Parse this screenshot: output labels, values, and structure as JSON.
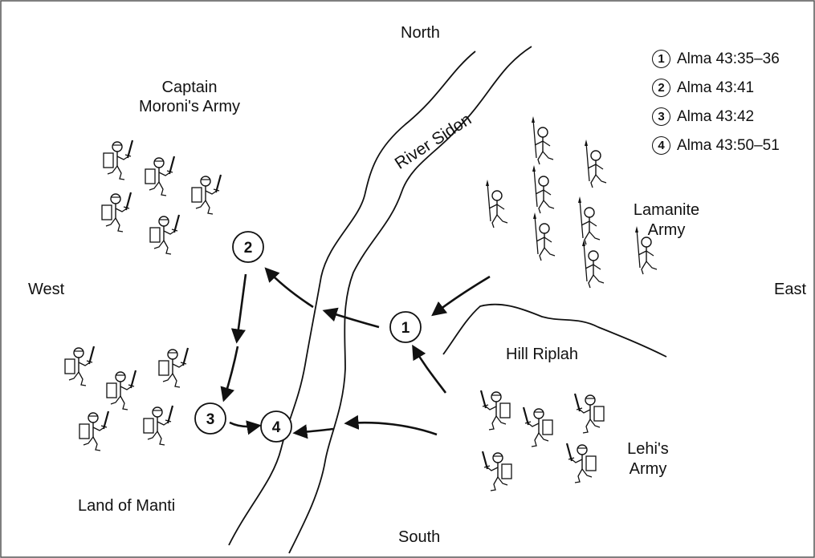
{
  "compass": {
    "north": "North",
    "south": "South",
    "east": "East",
    "west": "West"
  },
  "places": {
    "moroni_army": "Captain Moroni's Army",
    "lamanite_army": "Lamanite Army",
    "lehi_army": "Lehi's Army",
    "hill": "Hill Riplah",
    "land": "Land of Manti",
    "river": "River Sidon"
  },
  "markers": [
    "1",
    "2",
    "3",
    "4"
  ],
  "legend": [
    {
      "num": "1",
      "text": "Alma 43:35–36"
    },
    {
      "num": "2",
      "text": "Alma 43:41"
    },
    {
      "num": "3",
      "text": "Alma 43:42"
    },
    {
      "num": "4",
      "text": "Alma 43:50–51"
    }
  ],
  "colors": {
    "ink": "#111111",
    "frame": "#555555",
    "background": "#ffffff"
  }
}
